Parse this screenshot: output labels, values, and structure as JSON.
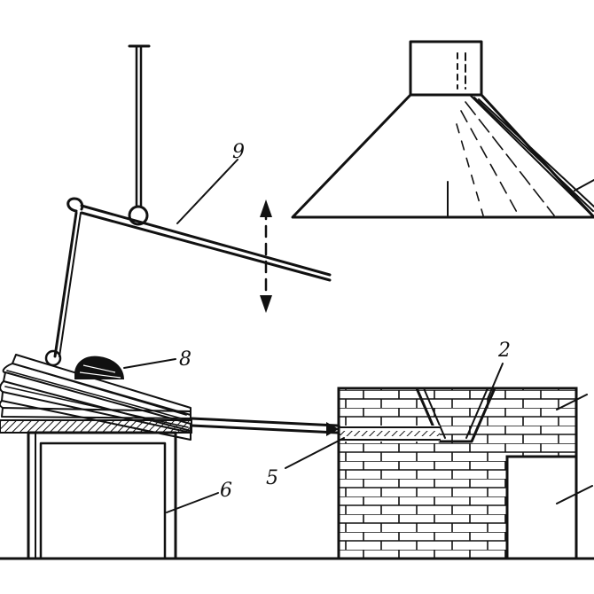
{
  "labels": {
    "hood": "",
    "furnace_top": "2",
    "furnace_wall": "",
    "furnace_door": "",
    "pipe_outlet": "5",
    "stand": "6",
    "weight": "8",
    "lever": "9"
  },
  "colors": {
    "ink": "#111111",
    "paper": "#ffffff"
  },
  "icons": {
    "movement": "double-arrow-icon"
  }
}
